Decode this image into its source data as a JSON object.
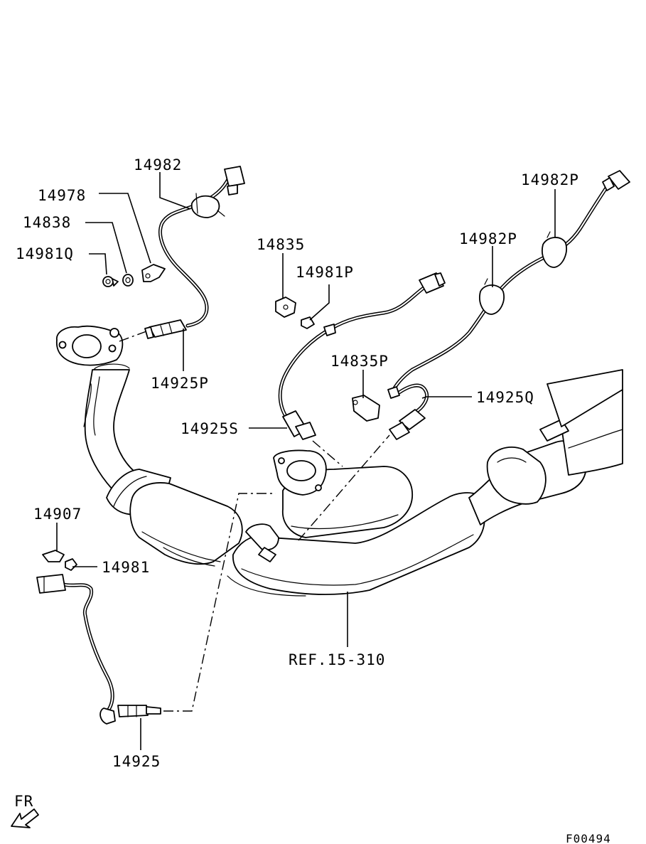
{
  "labels": {
    "p14982": "14982",
    "p14978": "14978",
    "p14838": "14838",
    "p14981q": "14981Q",
    "p14925p": "14925P",
    "p14835": "14835",
    "p14981p": "14981P",
    "p14982p_top": "14982P",
    "p14982p_mid": "14982P",
    "p14835p": "14835P",
    "p14925q": "14925Q",
    "p14925s": "14925S",
    "p14907": "14907",
    "p14981": "14981",
    "ref": "REF.15-310",
    "p14925": "14925",
    "front": "FR",
    "figure_code": "F00494"
  }
}
